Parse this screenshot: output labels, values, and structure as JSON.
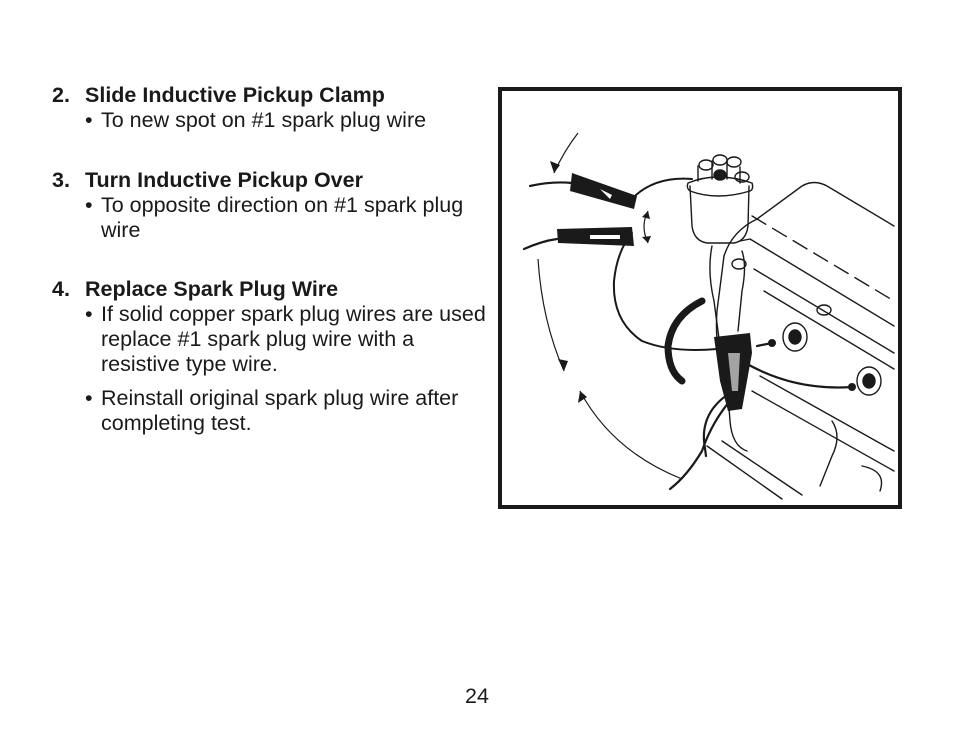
{
  "steps": [
    {
      "number": "2.",
      "title": "Slide Inductive Pickup Clamp",
      "bullets": [
        "To new spot on #1 spark plug wire"
      ]
    },
    {
      "number": "3.",
      "title": "Turn Inductive Pickup Over",
      "bullets": [
        "To opposite direction on #1 spark plug wire"
      ]
    },
    {
      "number": "4.",
      "title": "Replace Spark Plug Wire",
      "bullets": [
        "If solid copper spark plug wires are used replace #1 spark plug wire with a resistive type wire.",
        "Reinstall original spark plug wire after completing test."
      ]
    }
  ],
  "bullet_symbol": "•",
  "page_number": "24"
}
